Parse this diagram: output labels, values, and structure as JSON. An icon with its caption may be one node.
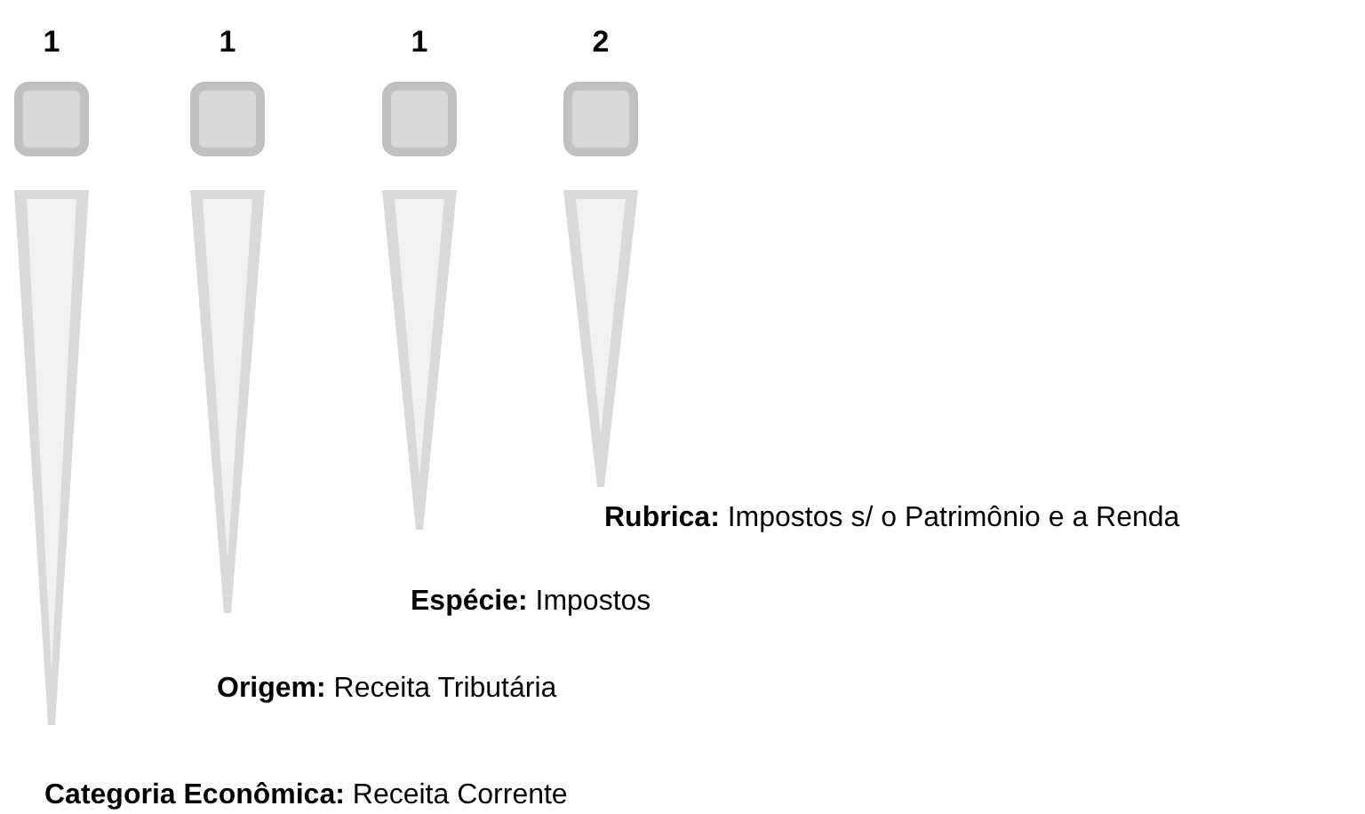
{
  "diagram": {
    "nodes": [
      {
        "text": [],
        "shape": "box",
        "beside": [
          "1"
        ]
      },
      {
        "text": [],
        "shape": "box",
        "beside": [
          "1"
        ]
      },
      {
        "text": [],
        "shape": "box",
        "beside": [
          "1"
        ]
      },
      {
        "text": [],
        "shape": "box",
        "beside": [
          "2"
        ]
      }
    ],
    "labels": [
      "**Rubrica:** Impostos s/ o Patrimônio e a Renda",
      "**Espécie:** Impostos",
      "**Origem:** Receita Tributária",
      "**Categoria Econômica:** Receita Corrente"
    ]
  }
}
